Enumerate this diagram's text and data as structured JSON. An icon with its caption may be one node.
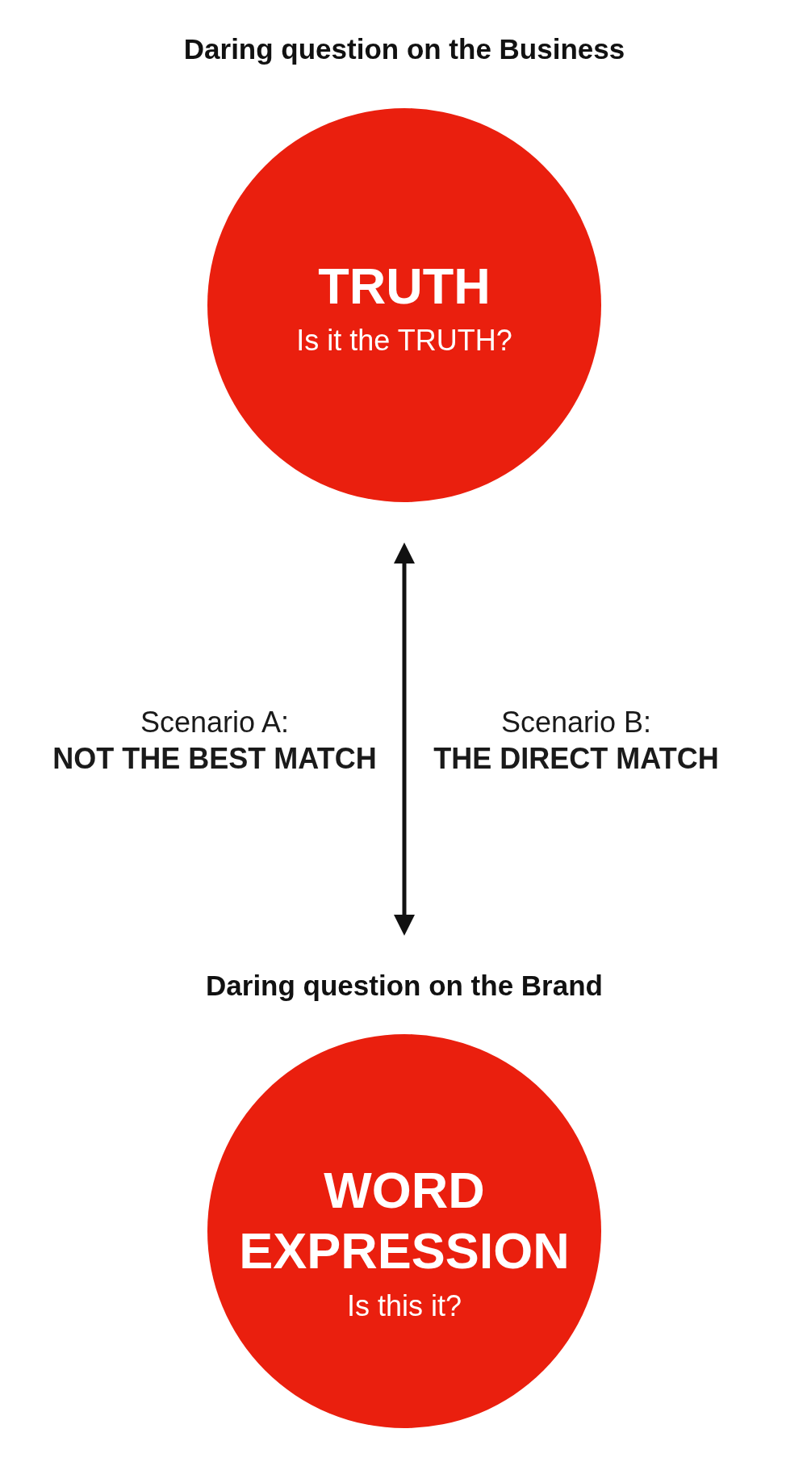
{
  "diagram": {
    "nodes": [
      {
        "text": [
          "Daring question on the Business",
          "TRUTH",
          "Is it the TRUTH?"
        ]
      },
      {
        "text": [
          "Daring question on the Brand",
          "WORD EXPRESSION",
          "Is this it?"
        ]
      }
    ],
    "edges": [
      {
        "from": 0,
        "to": 1,
        "arrow": "both"
      }
    ],
    "labels": [
      "Scenario A:",
      "NOT THE BEST MATCH",
      "Scenario B:",
      "THE DIRECT MATCH"
    ]
  }
}
